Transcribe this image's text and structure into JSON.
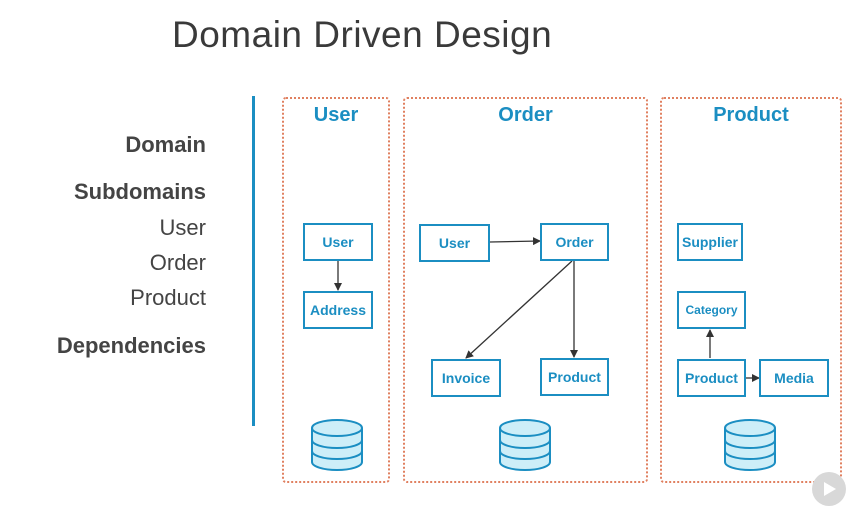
{
  "title": "Domain Driven Design",
  "left_labels": {
    "domain": "Domain",
    "subdomains": "Subdomains",
    "user": "User",
    "order": "Order",
    "product": "Product",
    "dependencies": "Dependencies"
  },
  "panels": {
    "user": {
      "title": "User",
      "nodes": {
        "user": "User",
        "address": "Address"
      }
    },
    "order": {
      "title": "Order",
      "nodes": {
        "user": "User",
        "order": "Order",
        "invoice": "Invoice",
        "product": "Product"
      }
    },
    "product": {
      "title": "Product",
      "nodes": {
        "supplier": "Supplier",
        "category": "Category",
        "product": "Product",
        "media": "Media"
      }
    }
  },
  "icons": {
    "database": "database-icon",
    "play": "play-icon"
  },
  "colors": {
    "accent": "#1b8ec2",
    "panel_border": "#e08060",
    "database_fill": "#cdeef8"
  }
}
